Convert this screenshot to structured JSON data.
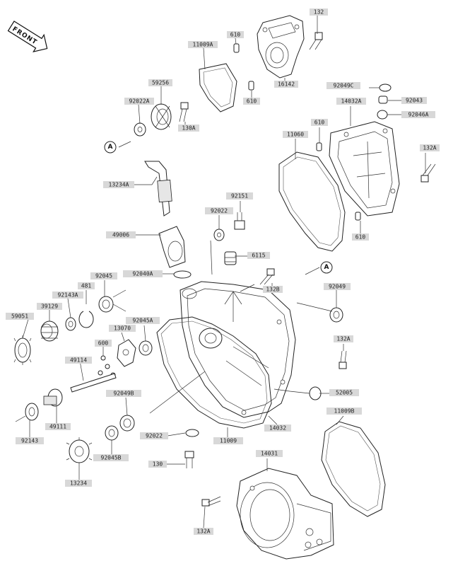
{
  "diagram": {
    "front_badge": "FRONT",
    "callouts": [
      "A",
      "A"
    ],
    "labels": [
      "132",
      "610",
      "11009A",
      "16142",
      "610",
      "59256",
      "92022A",
      "130A",
      "92049C",
      "92043",
      "92046A",
      "14032A",
      "610",
      "11060",
      "132A",
      "13234A",
      "92151",
      "92022",
      "610",
      "49006",
      "6115",
      "92040A",
      "132B",
      "92045",
      "481",
      "92143A",
      "39129",
      "92049",
      "59051",
      "13070",
      "92045A",
      "600",
      "132A",
      "49114",
      "92049B",
      "52005",
      "49111",
      "92143",
      "92022",
      "11009",
      "14032",
      "11009B",
      "92045B",
      "14031",
      "130",
      "13234",
      "132A"
    ]
  }
}
